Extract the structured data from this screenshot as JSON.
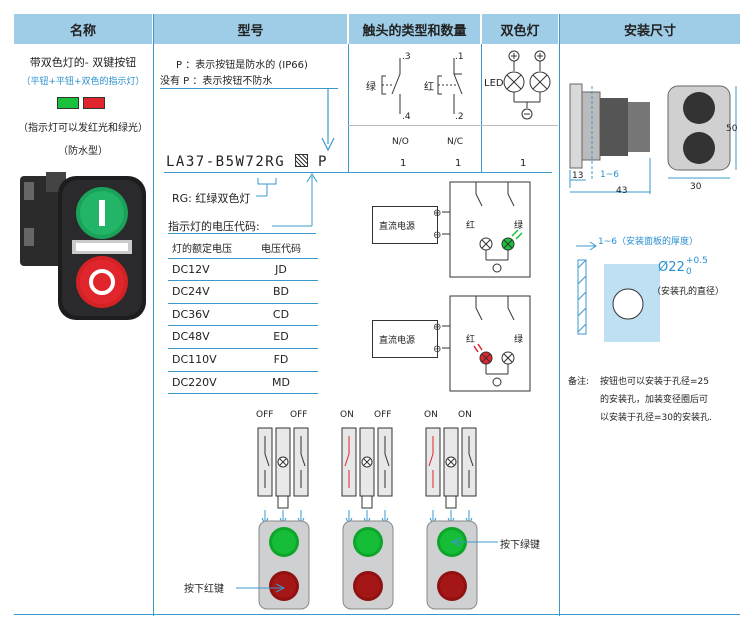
{
  "headers": {
    "name": "名称",
    "model": "型号",
    "contacts": "触头的类型和数量",
    "lamp": "双色灯",
    "dims": "安装尺寸"
  },
  "product": {
    "title": "带双色灯的- 双键按钮",
    "subtitle": "（平钮+平钮+双色的指示灯）",
    "note": "（指示灯可以发红光和绿光）",
    "waterproof": "（防水型）",
    "colors": {
      "green": "#19c23a",
      "red": "#e0262c"
    }
  },
  "model": {
    "p_note": "P ：表示按钮是防水的 (IP66)",
    "nop_note": "没有 P ：表示按钮不防水",
    "code": "LA37-B5W72RG",
    "code_suffix": "P",
    "rg_note": "RG: 红绿双色灯",
    "voltage_title": "指示灯的电压代码:",
    "table_header": [
      "灯的额定电压",
      "电压代码"
    ],
    "table_rows": [
      [
        "DC12V",
        "JD"
      ],
      [
        "DC24V",
        "BD"
      ],
      [
        "DC36V",
        "CD"
      ],
      [
        "DC48V",
        "ED"
      ],
      [
        "DC110V",
        "FD"
      ],
      [
        "DC220V",
        "MD"
      ]
    ]
  },
  "contacts": {
    "green_label": "绿",
    "red_label": "红",
    "no_label": "N/O",
    "nc_label": "N/C",
    "no_count": "1",
    "nc_count": "1",
    "pin3": ".3",
    "pin4": ".4",
    "pin1": ".1",
    "pin2": ".2"
  },
  "lamp": {
    "led_label": "LED",
    "count": "1",
    "plus": "⊕",
    "minus": "⊖"
  },
  "circuit": {
    "power_label": "直流电源",
    "red": "红",
    "green": "绿"
  },
  "states": [
    {
      "a": "OFF",
      "b": "OFF"
    },
    {
      "a": "ON",
      "b": "OFF"
    },
    {
      "a": "ON",
      "b": "ON"
    }
  ],
  "press_red": "按下红键",
  "press_green": "按下绿键",
  "dims": {
    "d13": "13",
    "d16": "1~6",
    "d43": "43",
    "d30": "30",
    "d50": "50",
    "panel_label": "1~6（安装面板的厚度）",
    "hole_diam": "Ø22",
    "tol_plus": "+0.5",
    "tol_zero": "0",
    "hole_label": "（安装孔的直径）",
    "remark_label": "备注:",
    "remark": [
      "按钮也可以安装于孔径=25",
      "的安装孔，加装变径圈后可",
      "以安装于孔径=30的安装孔."
    ]
  }
}
